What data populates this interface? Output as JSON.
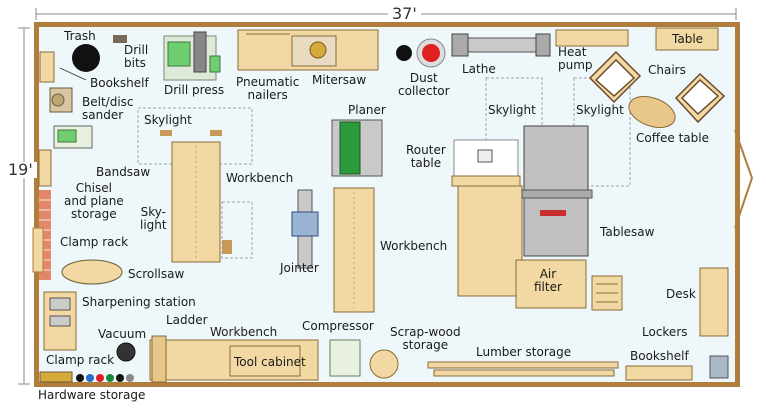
{
  "dimensions": {
    "width": "37'",
    "height": "19'"
  },
  "colors": {
    "floor": "#eef8fa",
    "wall": "#b07d3d",
    "wood": "#f2d9a3",
    "wood_dark": "#c99a55",
    "skylight_border": "#9aa6ad"
  },
  "labels": {
    "trash": "Trash",
    "drill_bits": "Drill\nbits",
    "bookshelf_left": "Bookshelf",
    "drill_press": "Drill press",
    "pneumatic_nailers": "Pneumatic\nnailers",
    "mitersaw": "Mitersaw",
    "dust_collector": "Dust\ncollector",
    "lathe": "Lathe",
    "heat_pump": "Heat\npump",
    "table": "Table",
    "chairs": "Chairs",
    "belt_disc_sander": "Belt/disc\nsander",
    "skylight_left_top": "Skylight",
    "planer": "Planer",
    "skylight_mid": "Skylight",
    "skylight_right": "Skylight",
    "coffee_table": "Coffee table",
    "router_table": "Router\ntable",
    "bandsaw": "Bandsaw",
    "workbench_center": "Workbench",
    "chisel_storage": "Chisel\nand plane\nstorage",
    "skylight_left_bottom": "Sky-\nlight",
    "workbench_right": "Workbench",
    "tablesaw": "Tablesaw",
    "clamp_rack_top": "Clamp rack",
    "jointer": "Jointer",
    "scrollsaw": "Scrollsaw",
    "air_filter": "Air\nfilter",
    "desk": "Desk",
    "sharpening_station": "Sharpening station",
    "ladder": "Ladder",
    "workbench_bottom": "Workbench",
    "compressor": "Compressor",
    "scrap_wood_storage": "Scrap-wood\nstorage",
    "vacuum": "Vacuum",
    "tool_cabinet": "Tool cabinet",
    "lumber_storage": "Lumber storage",
    "lockers": "Lockers",
    "clamp_rack_bottom": "Clamp rack",
    "bookshelf_bottom": "Bookshelf",
    "hardware_storage": "Hardware storage"
  }
}
